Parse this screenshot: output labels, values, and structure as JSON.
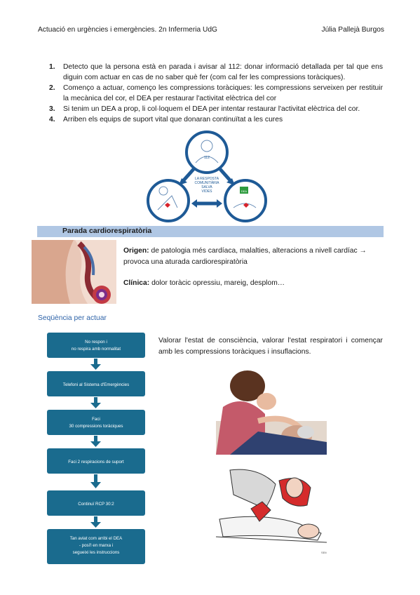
{
  "header": {
    "left": "Actuació en urgències i emergències. 2n Infermeria UdG",
    "right": "Júlia Pallejà Burgos"
  },
  "steps": [
    {
      "num": "1.",
      "text": "Detecto que la persona està en parada i avisar al 112: donar informació detallada per tal que ens diguin com actuar en cas de no saber què fer (com cal fer les compressions toràciques)."
    },
    {
      "num": "2.",
      "text": "Començo a actuar, començo les compressions toràciques: les compressions serveixen per restituir la mecànica del cor, el DEA per restaurar l'activitat elèctrica del cor"
    },
    {
      "num": "3.",
      "text": "Si tenim un DEA a prop, li col·loquem el DEA per intentar restaurar l'activitat elèctrica del cor."
    },
    {
      "num": "4.",
      "text": "Arriben els equips de suport vital que donaran continuïtat a les cures"
    }
  ],
  "chain": {
    "center_text": [
      "LA RESPOSTA",
      "COMUNITÀRIA",
      "SALVA",
      "VIDES"
    ],
    "top_label": "112",
    "right_label": "DEA",
    "accent": "#1e5a96"
  },
  "section": {
    "title": "Parada cardiorespiratòria",
    "bar_color": "#b0c7e4"
  },
  "origen": {
    "label": "Origen:",
    "text": " de patologia més cardíaca, malalties, alteracions a nivell cardíac → provoca una aturada cardiorespiratòria"
  },
  "clinica": {
    "label": "Clínica:",
    "text": " dolor toràcic opressiu, mareig, desplom…"
  },
  "subheading": "Seqüència per actuar",
  "flow": {
    "color": "#1a6b8e",
    "boxes": [
      [
        "No respon i",
        "no respira amb normalitat"
      ],
      [
        "Telefoni al Sistema d'Emergències"
      ],
      [
        "Faci",
        "30 compressions toràciques"
      ],
      [
        "Faci 2 respiracions de suport"
      ],
      [
        "Continuï RCP 30:2"
      ],
      [
        "Tan aviat com arribi el DEA",
        "- posi'l en marxa i",
        "segueixi les instruccions"
      ]
    ]
  },
  "valorar_text": "Valorar l'estat de consciència, valorar l'estat respiratori i començar amb les compressions toràciques i insuflacions."
}
